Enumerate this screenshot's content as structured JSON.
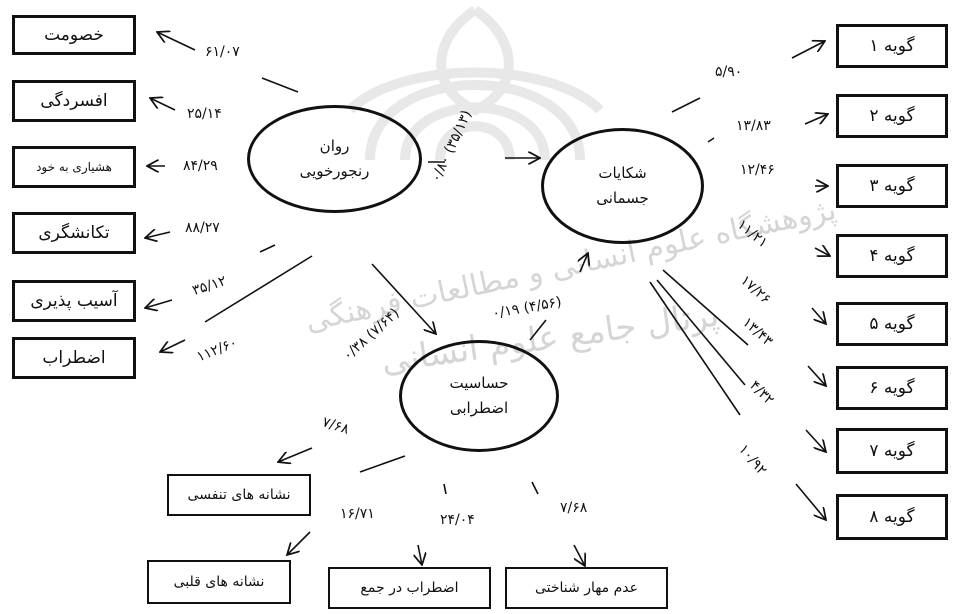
{
  "watermark": {
    "line1": "پژوهشگاه علوم انسانی و مطالعات فرهنگی",
    "line2": "پرتال جامع علوم انسانی"
  },
  "latents": {
    "rawan": {
      "line1": "روان",
      "line2": "رنجورخویی"
    },
    "shekayat": {
      "line1": "شکایات",
      "line2": "جسمانی"
    },
    "hasasiat": {
      "line1": "حساسیت",
      "line2": "اضطرابی"
    }
  },
  "left_indicators": [
    {
      "label": "خصومت",
      "loading": "۶۱/۰۷"
    },
    {
      "label": "افسردگی",
      "loading": "۲۵/۱۴"
    },
    {
      "label": "هشیاری به خود",
      "loading": "۸۴/۲۹"
    },
    {
      "label": "تکانشگری",
      "loading": "۸۸/۲۷"
    },
    {
      "label": "آسیب پذیری",
      "loading": "۳۵/۱۲"
    },
    {
      "label": "اضطراب",
      "loading": "۱۱۲/۶۰"
    }
  ],
  "right_indicators": [
    {
      "label": "گویه ۱",
      "loading": "۵/۹۰"
    },
    {
      "label": "گویه ۲",
      "loading": "۱۳/۸۳"
    },
    {
      "label": "گویه ۳",
      "loading": "۱۲/۴۶"
    },
    {
      "label": "گویه ۴",
      "loading": "۱۱/۲۱"
    },
    {
      "label": "گویه ۵",
      "loading": "۱۷/۲۶"
    },
    {
      "label": "گویه ۶",
      "loading": "۱۳/۴۳"
    },
    {
      "label": "گویه ۷",
      "loading": "۴/۳۲"
    },
    {
      "label": "گویه ۸",
      "loading": "۱۰/۹۲"
    }
  ],
  "bottom_indicators": [
    {
      "label": "نشانه های تنفسی",
      "loading": "۷/۶۸"
    },
    {
      "label": "نشانه های قلبی",
      "loading": "۱۶/۷۱"
    },
    {
      "label": "اضطراب در جمع",
      "loading": "۲۴/۰۴"
    },
    {
      "label": "عدم مهار شناختی",
      "loading": "۷/۶۸"
    }
  ],
  "paths": {
    "rawan_to_shekayat": "۰/۸۰ (۳۵/۱۳)",
    "rawan_to_hasasiat": "۰/۳۸ (۷/۶۴)",
    "hasasiat_to_shekayat": "۰/۱۹ (۴/۵۶)"
  }
}
